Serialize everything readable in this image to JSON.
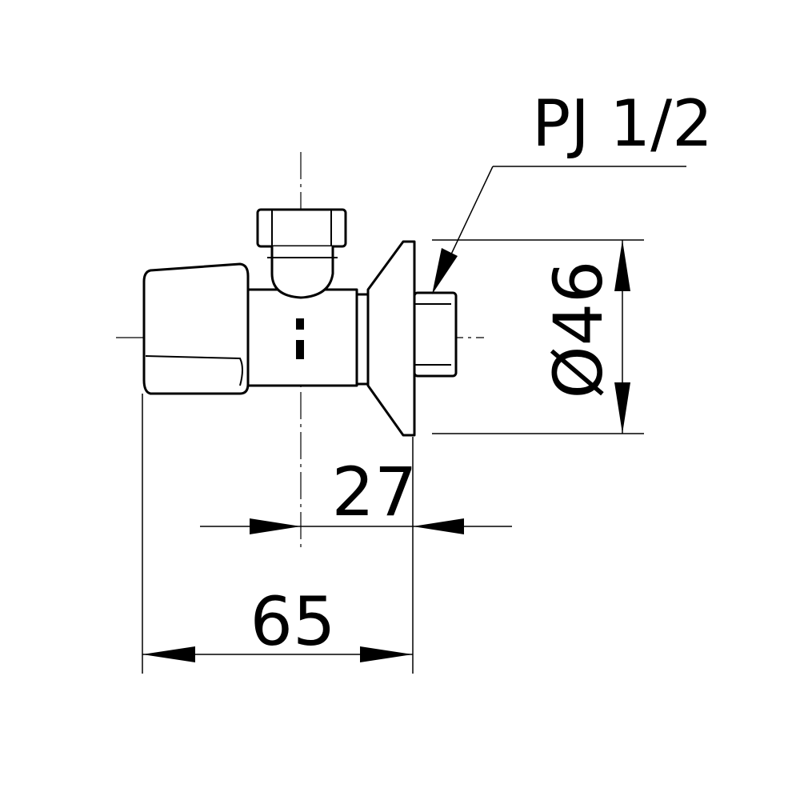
{
  "annotations": {
    "thread": "PJ 1/2",
    "diameter": "Ø46",
    "dim_inner": "27",
    "dim_overall": "65"
  },
  "colors": {
    "line": "#000000",
    "background": "#ffffff"
  }
}
